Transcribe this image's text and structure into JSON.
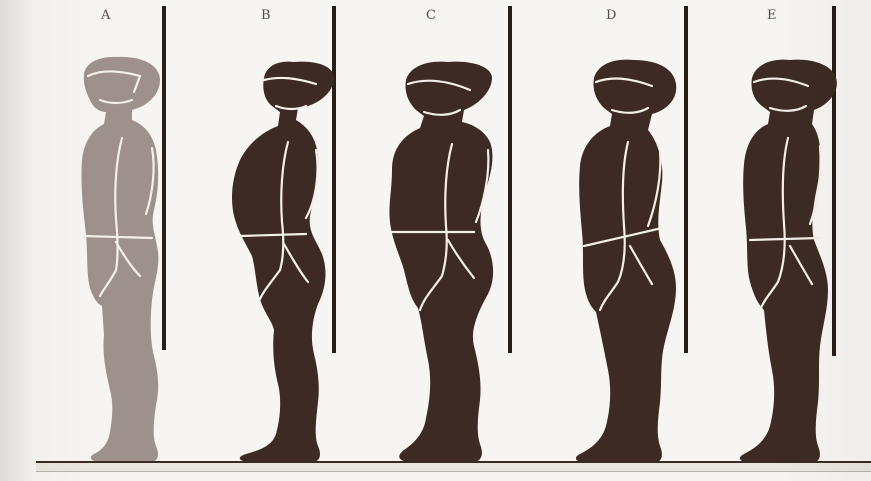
{
  "panels": [
    {
      "label": "A",
      "tone": "#9e918b"
    },
    {
      "label": "B",
      "tone": "#3d2a24"
    },
    {
      "label": "C",
      "tone": "#3d2a24"
    },
    {
      "label": "D",
      "tone": "#3d2a24"
    },
    {
      "label": "E",
      "tone": "#3d2a24"
    }
  ],
  "colors": {
    "background": "#f7f5f1",
    "plumb_line": "#2a1d18",
    "outline": "#f3efe9"
  }
}
